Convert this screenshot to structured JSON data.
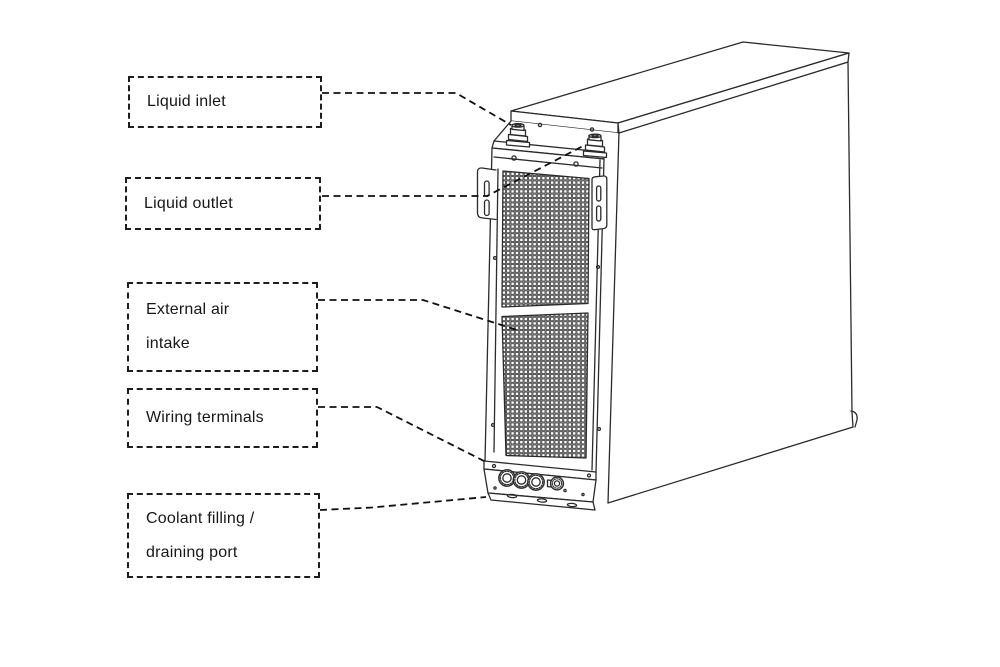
{
  "figure": {
    "kind": "labeled-equipment-diagram",
    "colors": {
      "background": "#ffffff",
      "drawing_line": "#2b2b2b",
      "callout_line": "#111111",
      "label_text": "#171717"
    },
    "labels": [
      {
        "id": "liquid-inlet",
        "lines": [
          "Liquid inlet"
        ],
        "points_to": "liquid-inlet-port"
      },
      {
        "id": "liquid-outlet",
        "lines": [
          "Liquid outlet"
        ],
        "points_to": "liquid-outlet-port"
      },
      {
        "id": "external-air-intake",
        "lines": [
          "External air",
          "intake"
        ],
        "points_to": "front-air-intake-grille"
      },
      {
        "id": "wiring-terminals",
        "lines": [
          "Wiring terminals"
        ],
        "points_to": "wiring-terminal-panel"
      },
      {
        "id": "coolant-port",
        "lines": [
          "Coolant filling /",
          "draining port"
        ],
        "points_to": "coolant-filling-draining-port"
      }
    ]
  }
}
